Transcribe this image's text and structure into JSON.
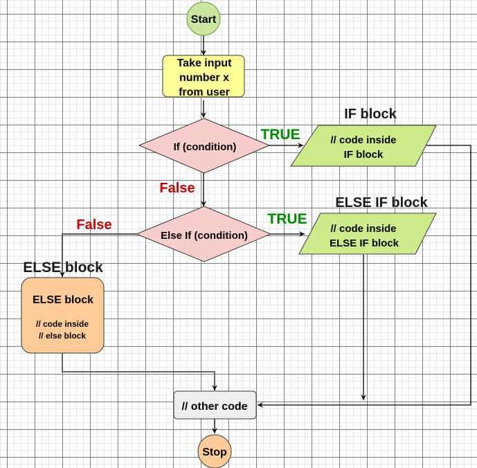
{
  "colors": {
    "start_fill": "#cce5a0",
    "start_stroke": "#6f8e3a",
    "input_fill": "#ffff99",
    "input_stroke": "#333333",
    "decision_fill": "#f8cecc",
    "decision_stroke": "#333333",
    "block_fill": "#cdeb8b",
    "block_stroke": "#36393d",
    "else_fill": "#ffcc99",
    "else_stroke": "#36393d",
    "other_fill": "#eeeeee",
    "other_stroke": "#36393d",
    "stop_fill": "#ffcc99",
    "true_color": "#008a00",
    "false_color": "#c00000",
    "title_color": "#1a1a1a",
    "edge_color": "#000000"
  },
  "nodes": {
    "start": {
      "label": "Start"
    },
    "input": {
      "lines": [
        "Take input",
        "number x",
        "from user"
      ]
    },
    "if_decision": {
      "label": "If (condition)"
    },
    "if_block": {
      "title": "IF block",
      "lines": [
        "// code inside",
        "IF block"
      ]
    },
    "elseif_decision": {
      "label": "Else If (condition)"
    },
    "elseif_block": {
      "title": "ELSE IF block",
      "lines": [
        "// code inside",
        "ELSE IF block"
      ]
    },
    "else_block": {
      "title": "ELSE block",
      "heading": "ELSE block",
      "lines": [
        "// code inside",
        "// else block"
      ]
    },
    "other_code": {
      "label": "// other code"
    },
    "stop": {
      "label": "Stop"
    }
  },
  "edge_labels": {
    "if_true": "TRUE",
    "if_false": "False",
    "elseif_true": "TRUE",
    "elseif_false": "False"
  }
}
